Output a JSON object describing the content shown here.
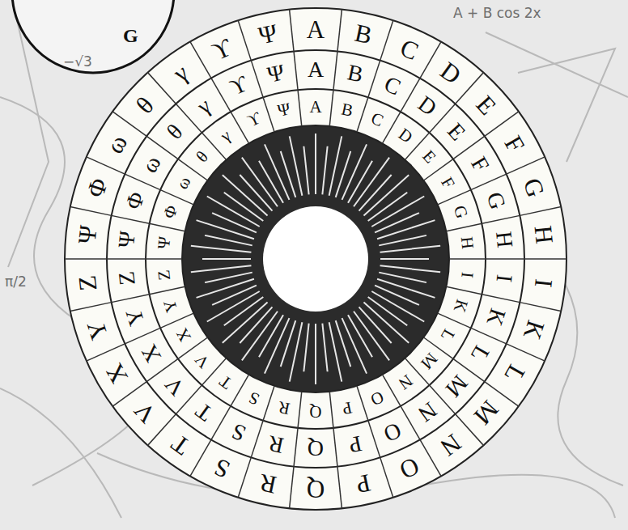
{
  "diagram": {
    "labels": [
      "G",
      "A",
      "B",
      "C",
      "D",
      "E",
      "F",
      "G",
      "H",
      "I",
      "K",
      "L",
      "M",
      "N",
      "O",
      "P",
      "Q",
      "R",
      "S",
      "T",
      "V",
      "X",
      "Y",
      "Z",
      "Ψ",
      "Φ",
      "ω",
      "θ",
      "γ",
      "ϒ",
      "Ψ",
      "A",
      "B",
      "C",
      "D",
      "E",
      "F",
      "G",
      "H",
      "I",
      "K",
      "L",
      "M",
      "N",
      "O",
      "P",
      "Q",
      "R",
      "S",
      "T",
      "V",
      "X",
      "Y",
      "Z",
      "Ψ",
      "Φ",
      "ω",
      "θ",
      "γ",
      "ϒ",
      "Ψ",
      "A",
      "B",
      "C",
      "D",
      "E",
      "F",
      "G",
      "H",
      "I",
      "K",
      "L",
      "M",
      "N",
      "O",
      "P",
      "Q",
      "R",
      "S",
      "T",
      "V",
      "X",
      "Y",
      "Z",
      "Ψ",
      "Φ",
      "ω",
      "θ",
      "γ",
      "ϒ",
      "Ψ",
      "−√3",
      "A + B cos 2x",
      "π/2"
    ]
  }
}
